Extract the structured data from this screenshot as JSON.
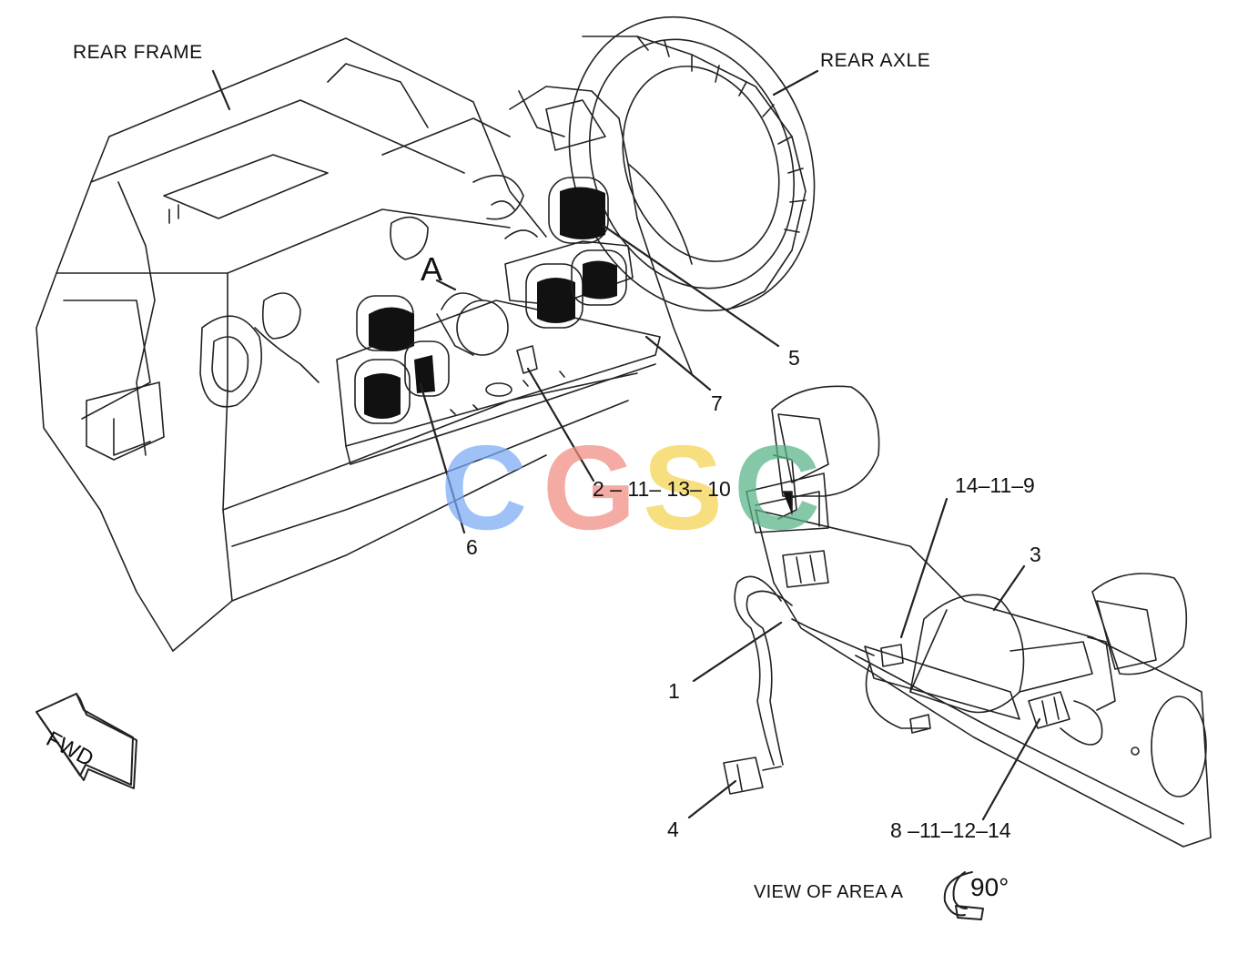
{
  "labels": {
    "rear_frame": "REAR FRAME",
    "rear_axle": "REAR AXLE",
    "area_marker": "A",
    "view_caption": "VIEW OF AREA A",
    "rotation": "90°",
    "fwd": "FWD"
  },
  "callouts": {
    "c1": "1",
    "c3": "3",
    "c4": "4",
    "c5": "5",
    "c6": "6",
    "c7": "7",
    "c2_11_13_10": "2 – 11– 13– 10",
    "c14_11_9": "14–11–9",
    "c8_11_12_14": "8 –11–12–14"
  },
  "watermark": {
    "letters": [
      "C",
      "G",
      "S",
      "C"
    ],
    "colors": [
      "#7aaaf5",
      "#f08c80",
      "#f5d24e",
      "#56b487"
    ]
  },
  "colors": {
    "line": "#222222",
    "lamp_lens": "#111111"
  }
}
